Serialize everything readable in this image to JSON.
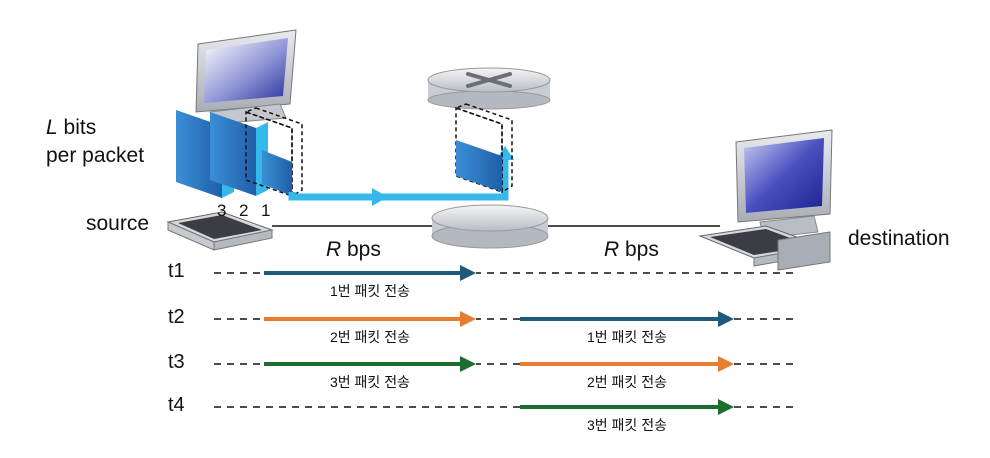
{
  "labels": {
    "bits_italic": "L",
    "bits_rest": " bits",
    "per_packet": "per packet",
    "source": "source",
    "destination": "destination",
    "rate_left_italic": "R",
    "rate_left_rest": " bps",
    "rate_right_italic": "R",
    "rate_right_rest": " bps",
    "packet_numbers": [
      "3",
      "2",
      "1"
    ]
  },
  "timeline": {
    "rows": [
      {
        "time": "t1",
        "segments": [
          {
            "hop": 1,
            "label": "1번 패킷 전송",
            "color": "#1f5a7a"
          }
        ]
      },
      {
        "time": "t2",
        "segments": [
          {
            "hop": 1,
            "label": "2번 패킷 전송",
            "color": "#e87d2f"
          },
          {
            "hop": 2,
            "label": "1번 패킷 전송",
            "color": "#1f5a7a"
          }
        ]
      },
      {
        "time": "t3",
        "segments": [
          {
            "hop": 1,
            "label": "3번 패킷 전송",
            "color": "#1d6e2e"
          },
          {
            "hop": 2,
            "label": "2번 패킷 전송",
            "color": "#e87d2f"
          }
        ]
      },
      {
        "time": "t4",
        "segments": [
          {
            "hop": 2,
            "label": "3번 패킷 전송",
            "color": "#1d6e2e"
          }
        ]
      }
    ]
  },
  "colors": {
    "packet_blue": "#2f7fc4",
    "flow_arrow": "#37b8ec",
    "router_body": "#d9dde3"
  },
  "icons": [
    "computer-icon",
    "router-icon",
    "keyboard-icon",
    "monitor-icon"
  ]
}
